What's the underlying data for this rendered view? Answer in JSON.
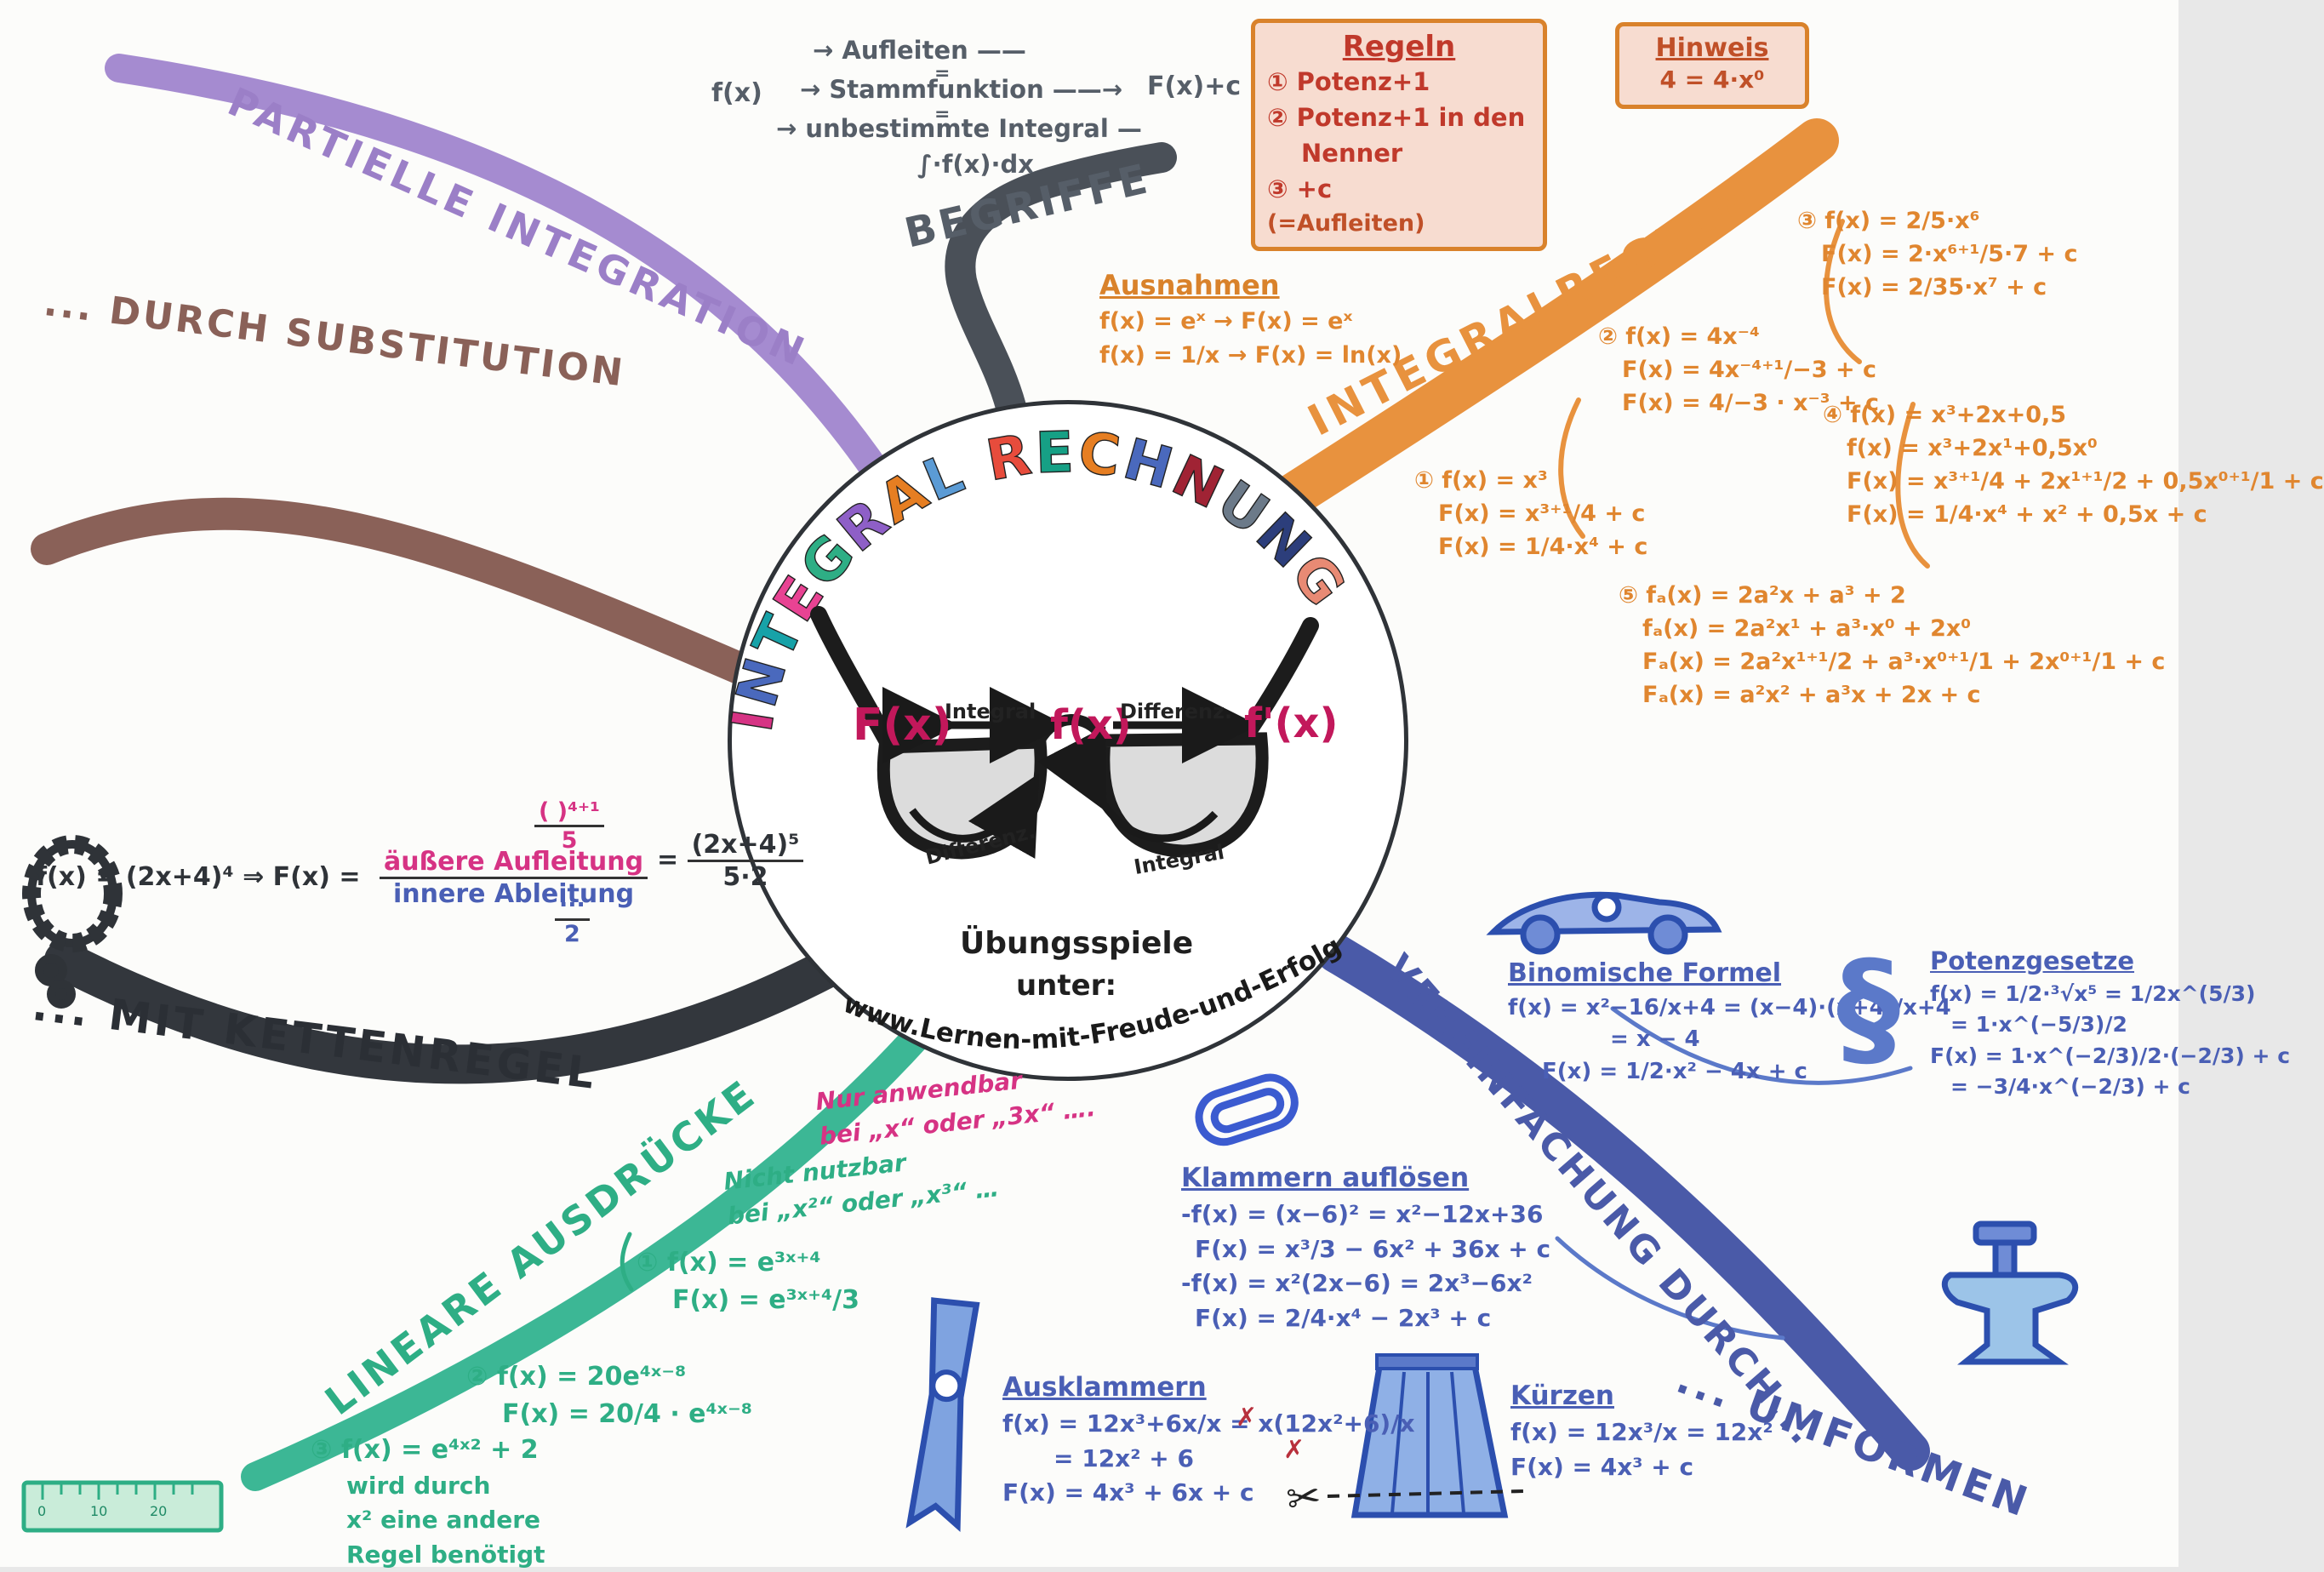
{
  "title": {
    "text": "INTEGRAL RECHNUNG",
    "letters": [
      {
        "ch": "I",
        "color": "#d63384"
      },
      {
        "ch": "N",
        "color": "#4a69bd"
      },
      {
        "ch": "T",
        "color": "#17a2a8"
      },
      {
        "ch": "E",
        "color": "#e84393"
      },
      {
        "ch": "G",
        "color": "#2eae85"
      },
      {
        "ch": "R",
        "color": "#8e5fc7"
      },
      {
        "ch": "A",
        "color": "#e67e22"
      },
      {
        "ch": "L",
        "color": "#5b9bd5"
      },
      {
        "ch": " ",
        "color": "#000000"
      },
      {
        "ch": "R",
        "color": "#e74c3c"
      },
      {
        "ch": "E",
        "color": "#16a085"
      },
      {
        "ch": "C",
        "color": "#e67e22"
      },
      {
        "ch": "H",
        "color": "#4a69bd"
      },
      {
        "ch": "N",
        "color": "#a02334"
      },
      {
        "ch": "U",
        "color": "#6c7a89"
      },
      {
        "ch": "N",
        "color": "#2c3e7b"
      },
      {
        "ch": "G",
        "color": "#e88a74"
      }
    ]
  },
  "center": {
    "f_left": "F(x)",
    "top_left_label": "Integral",
    "f_mid": "f(x)",
    "top_right_label": "Differenz.",
    "f_right": "f'(x)",
    "bottom_left_label": "Differenz.",
    "bottom_right_label": "Integral",
    "footer1": "Übungsspiele",
    "footer2": "unter:",
    "url": "www.Lernen-mit-Freude-und-Erfolg.de"
  },
  "branches": {
    "partielle": "PARTIELLE INTEGRATION",
    "substitution": "... DURCH SUBSTITUTION",
    "kettenregel": "... MIT KETTENREGEL",
    "lineare": "LINEARE AUSDRÜCKE",
    "begriffe": "BEGRIFFE",
    "integralregeln": "INTEGRALREGELN",
    "vereinfachung": "VEREINFACHUNG DURCH...",
    "umformen": "... UMFORMEN"
  },
  "begriffe_diagram": {
    "fx": "f(x)",
    "line1": "→ Aufleiten ——",
    "eq1": "=",
    "line2": "→ Stammfunktion ——→",
    "eq2": "=",
    "line3": "→ unbestimmte Integral —",
    "line3b": "∫·f(x)·dx",
    "result": "F(x)+c"
  },
  "regeln_box": {
    "title": "Regeln",
    "lines": [
      "① Potenz+1",
      "② Potenz+1 in den",
      "Nenner",
      "③ +c",
      "(=Aufleiten)"
    ]
  },
  "hinweis_box": {
    "title": "Hinweis",
    "formula": "4 = 4·x⁰"
  },
  "ausnahmen": {
    "title": "Ausnahmen",
    "lines": [
      "f(x) = eˣ → F(x) = eˣ",
      "f(x) = 1/x → F(x) = ln(x)"
    ]
  },
  "integralregeln_examples": {
    "ex1": {
      "lines": [
        "① f(x) = x³",
        "F(x) = x³⁺¹/4 + c",
        "F(x) = 1/4·x⁴ + c"
      ]
    },
    "ex2": {
      "lines": [
        "② f(x) = 4x⁻⁴",
        "F(x) = 4x⁻⁴⁺¹/−3 + c",
        "F(x) = 4/−3 · x⁻³ + c"
      ]
    },
    "ex3": {
      "lines": [
        "③ f(x) = 2/5·x⁶",
        "F(x) = 2·x⁶⁺¹/5·7 + c",
        "F(x) = 2/35·x⁷ + c"
      ]
    },
    "ex4": {
      "lines": [
        "④ f(x) = x³+2x+0,5",
        "f(x) = x³+2x¹+0,5x⁰",
        "F(x) = x³⁺¹/4 + 2x¹⁺¹/2 + 0,5x⁰⁺¹/1 + c",
        "F(x) = 1/4·x⁴ + x² + 0,5x + c"
      ]
    },
    "ex5": {
      "lines": [
        "⑤ fₐ(x) = 2a²x + a³ + 2",
        "fₐ(x) = 2a²x¹ + a³·x⁰ + 2x⁰",
        "Fₐ(x) = 2a²x¹⁺¹/2 + a³·x⁰⁺¹/1 + 2x⁰⁺¹/1 + c",
        "Fₐ(x) = a²x² + a³x + 2x + c"
      ]
    }
  },
  "kettenregel_formula": {
    "lead": "f(x) = (2x+4)⁴ ⇒ F(x) =",
    "frac_top": "äußere Aufleitung",
    "frac_bot": "innere Ableitung",
    "step1_top": "( )⁴⁺¹",
    "step1_bot": "5",
    "step2_top": "···",
    "step2_bot": "2",
    "eq": "=",
    "res_top": "(2x+4)⁵",
    "res_bot": "5·2"
  },
  "lineare_notes": {
    "pink": [
      "Nur anwendbar",
      "bei „x“ oder „3x“ …."
    ],
    "green": [
      "Nicht nutzbar",
      "bei „x²“ oder „x³“ …"
    ]
  },
  "lineare_examples": {
    "ex1": {
      "lines": [
        "① f(x) = e³ˣ⁺⁴",
        "F(x) = e³ˣ⁺⁴/3"
      ]
    },
    "ex2": {
      "lines": [
        "② f(x) = 20e⁴ˣ⁻⁸",
        "F(x) = 20/4 · e⁴ˣ⁻⁸"
      ]
    },
    "ex3": {
      "lines": [
        "③ f(x) = e⁴ˣ² + 2",
        "wird durch",
        "x² eine andere",
        "Regel benötigt"
      ]
    }
  },
  "vereinfachung_sections": {
    "klammern": {
      "title": "Klammern auflösen",
      "lines": [
        "-f(x) = (x−6)² = x²−12x+36",
        "F(x) = x³/3 − 6x² + 36x + c",
        "-f(x) = x²(2x−6) = 2x³−6x²",
        "F(x) = 2/4·x⁴ − 2x³ + c"
      ]
    },
    "ausklammern": {
      "title": "Ausklammern",
      "lines": [
        "f(x) = 12x³+6x/x = x(12x²+6)/x",
        "= 12x² + 6",
        "F(x) = 4x³ + 6x + c"
      ],
      "cross": "✗"
    },
    "kuerzen": {
      "title": "Kürzen",
      "lines": [
        "f(x) = 12x³/x = 12x²",
        "F(x) = 4x³ + c"
      ]
    },
    "binomische": {
      "title": "Binomische Formel",
      "lines": [
        "f(x) = x²−16/x+4 = (x−4)·(x+4)/x+4",
        "= x − 4",
        "F(x) = 1/2·x² − 4x + c"
      ]
    },
    "potenzgesetze": {
      "title": "Potenzgesetze",
      "lines": [
        "f(x) = 1/2·³√x⁵ = 1/2x^(5/3)",
        "= 1·x^(−5/3)/2",
        "F(x) = 1·x^(−2/3)/2·(−2/3) + c",
        "= −3/4·x^(−2/3) + c"
      ]
    }
  },
  "ruler": {
    "labels": [
      "0",
      "10",
      "20"
    ]
  },
  "icons": {
    "scissors_glyph": "✂",
    "section_sign_glyph": "§",
    "names": [
      "glasses-icon",
      "chain-icon",
      "ruler-icon",
      "race-car-icon",
      "section-sign-icon",
      "paperclip-icon",
      "clothespin-icon",
      "skirt-icon",
      "scissors-icon",
      "anvil-icon"
    ]
  },
  "colors": {
    "orange": "#e0862f",
    "red": "#c0392b",
    "pink": "#d63384",
    "green": "#2eae85",
    "blue_pen": "#4a5fb5",
    "purple": "#9b7fc7",
    "brown": "#8a6158",
    "slate": "#565e68",
    "indigo": "#4a5aa8"
  }
}
